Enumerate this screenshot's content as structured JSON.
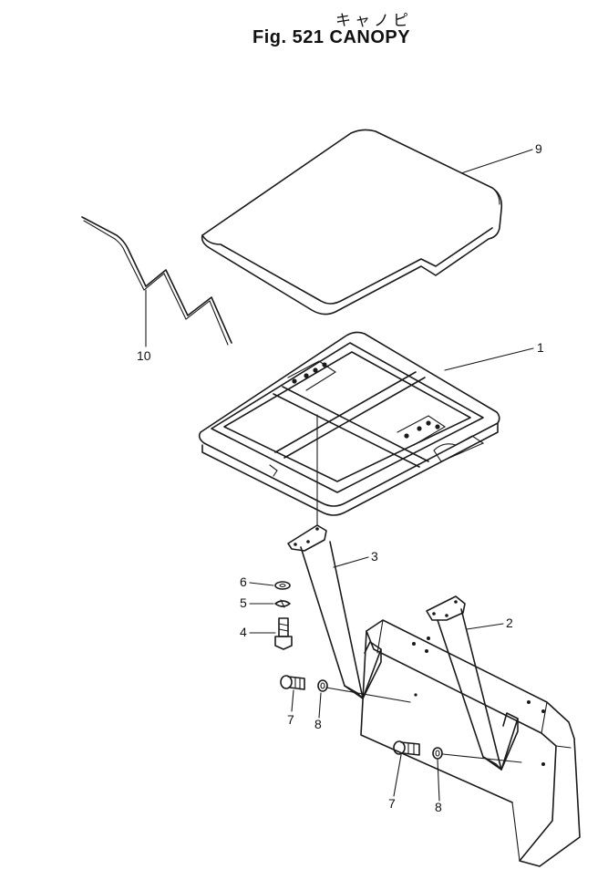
{
  "figure": {
    "title_jp": "キャノピ",
    "title": "Fig. 521 CANOPY"
  },
  "callouts": [
    {
      "id": "c1",
      "label": "1"
    },
    {
      "id": "c2",
      "label": "2"
    },
    {
      "id": "c3",
      "label": "3"
    },
    {
      "id": "c4",
      "label": "4"
    },
    {
      "id": "c5",
      "label": "5"
    },
    {
      "id": "c6",
      "label": "6"
    },
    {
      "id": "c7a",
      "label": "7"
    },
    {
      "id": "c7b",
      "label": "7"
    },
    {
      "id": "c8a",
      "label": "8"
    },
    {
      "id": "c8b",
      "label": "8"
    },
    {
      "id": "c9",
      "label": "9"
    },
    {
      "id": "c10",
      "label": "10"
    }
  ]
}
